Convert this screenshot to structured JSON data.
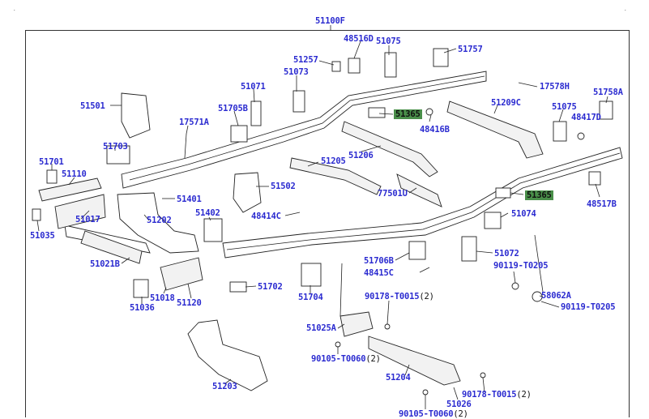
{
  "diagram": {
    "assembly_label": "51100F",
    "parts": [
      {
        "id": "p_48516D",
        "text": "48516D"
      },
      {
        "id": "p_51075a",
        "text": "51075"
      },
      {
        "id": "p_51757",
        "text": "51757"
      },
      {
        "id": "p_51257",
        "text": "51257"
      },
      {
        "id": "p_51073",
        "text": "51073"
      },
      {
        "id": "p_17578H",
        "text": "17578H"
      },
      {
        "id": "p_51758A",
        "text": "51758A"
      },
      {
        "id": "p_51071",
        "text": "51071"
      },
      {
        "id": "p_51501",
        "text": "51501"
      },
      {
        "id": "p_51705B",
        "text": "51705B"
      },
      {
        "id": "p_51365a",
        "text": "51365",
        "highlight": true
      },
      {
        "id": "p_51209C",
        "text": "51209C"
      },
      {
        "id": "p_51075b",
        "text": "51075"
      },
      {
        "id": "p_48417D",
        "text": "48417D"
      },
      {
        "id": "p_17571A",
        "text": "17571A"
      },
      {
        "id": "p_48416B",
        "text": "48416B"
      },
      {
        "id": "p_51703",
        "text": "51703"
      },
      {
        "id": "p_51206",
        "text": "51206"
      },
      {
        "id": "p_51701",
        "text": "51701"
      },
      {
        "id": "p_51205",
        "text": "51205"
      },
      {
        "id": "p_51110",
        "text": "51110"
      },
      {
        "id": "p_51502",
        "text": "51502"
      },
      {
        "id": "p_77501U",
        "text": "77501U"
      },
      {
        "id": "p_51365b",
        "text": "51365",
        "highlight": true
      },
      {
        "id": "p_51401",
        "text": "51401"
      },
      {
        "id": "p_48517B",
        "text": "48517B"
      },
      {
        "id": "p_51402",
        "text": "51402"
      },
      {
        "id": "p_48414C",
        "text": "48414C"
      },
      {
        "id": "p_51202",
        "text": "51202"
      },
      {
        "id": "p_51074",
        "text": "51074"
      },
      {
        "id": "p_51017",
        "text": "51017"
      },
      {
        "id": "p_51035",
        "text": "51035"
      },
      {
        "id": "p_51072",
        "text": "51072"
      },
      {
        "id": "p_51021B",
        "text": "51021B"
      },
      {
        "id": "p_51706B",
        "text": "51706B"
      },
      {
        "id": "p_90119a",
        "text": "90119-T0205"
      },
      {
        "id": "p_48415C",
        "text": "48415C"
      },
      {
        "id": "p_51702",
        "text": "51702"
      },
      {
        "id": "p_51018",
        "text": "51018"
      },
      {
        "id": "p_58062A",
        "text": "58062A"
      },
      {
        "id": "p_51036",
        "text": "51036"
      },
      {
        "id": "p_51120",
        "text": "51120"
      },
      {
        "id": "p_51704",
        "text": "51704"
      },
      {
        "id": "p_90178a",
        "text": "90178-T0015",
        "qty": "(2)"
      },
      {
        "id": "p_90119b",
        "text": "90119-T0205"
      },
      {
        "id": "p_51025A",
        "text": "51025A"
      },
      {
        "id": "p_90105a",
        "text": "90105-T0060",
        "qty": "(2)"
      },
      {
        "id": "p_51204",
        "text": "51204"
      },
      {
        "id": "p_51203",
        "text": "51203"
      },
      {
        "id": "p_90178b",
        "text": "90178-T0015",
        "qty": "(2)"
      },
      {
        "id": "p_51026",
        "text": "51026"
      },
      {
        "id": "p_90105b",
        "text": "90105-T0060",
        "qty": "(2)"
      }
    ]
  },
  "colors": {
    "label": "#2b2bd0",
    "highlight": "#4a8f4a",
    "line": "#222222"
  }
}
